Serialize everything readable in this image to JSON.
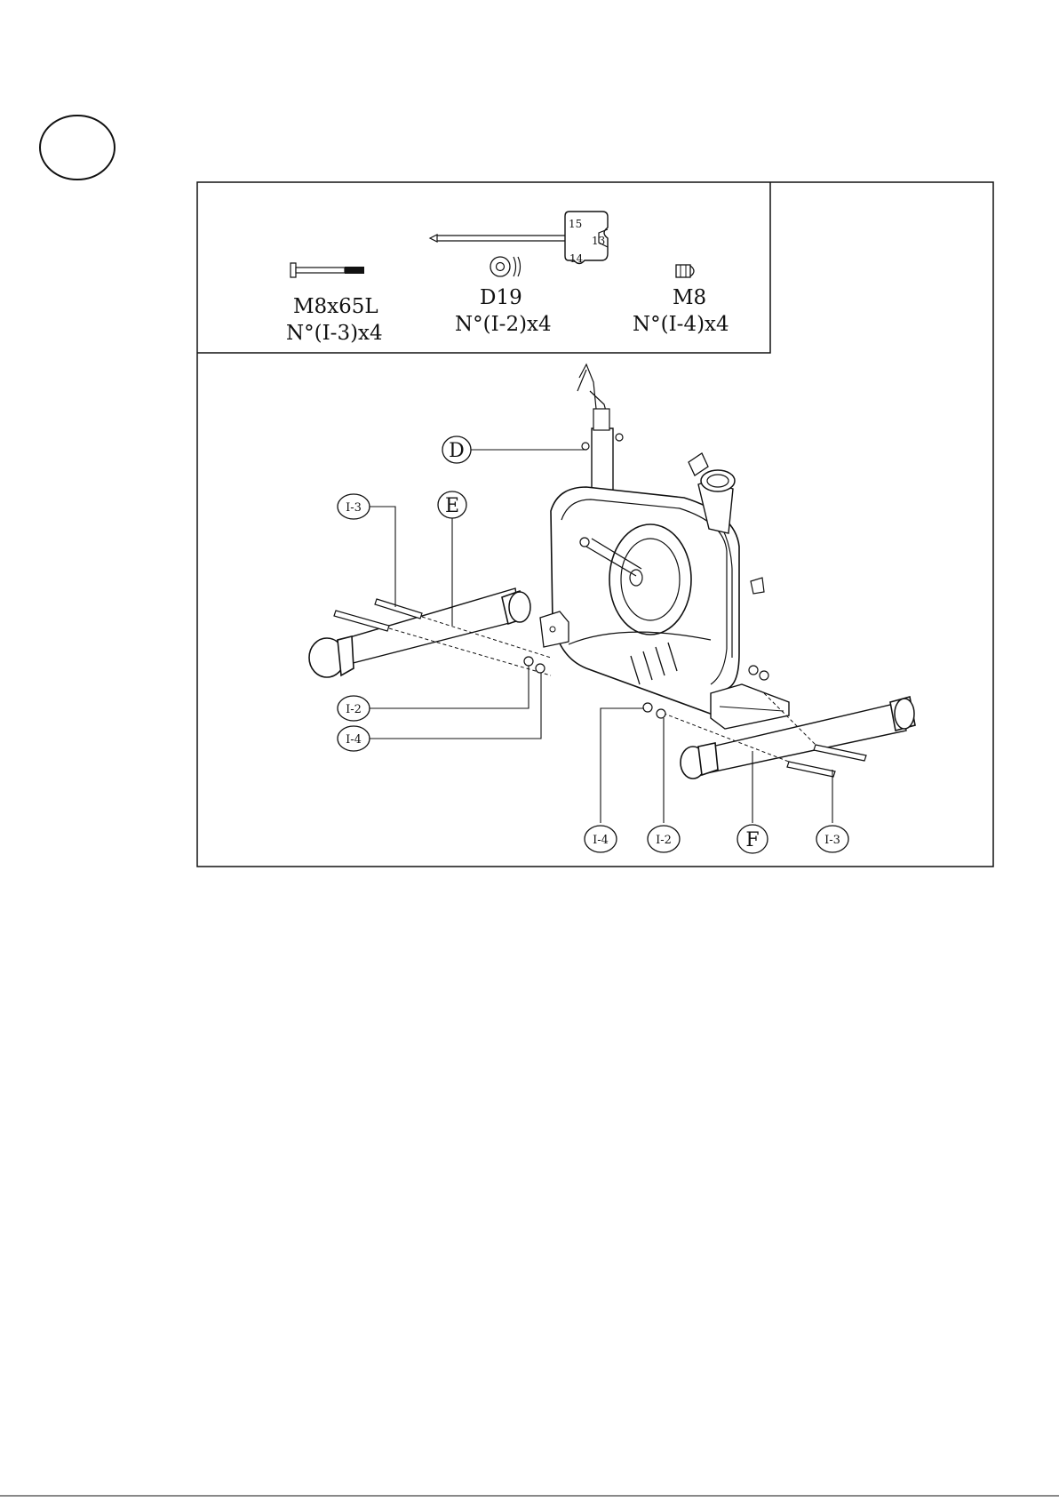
{
  "parts": [
    {
      "name": "M8x65L",
      "qty": "N°(I-3)x4"
    },
    {
      "name": "D19",
      "qty": "N°(I-2)x4"
    },
    {
      "name": "M8",
      "qty": "N°(I-4)x4"
    }
  ],
  "wrench_sizes": [
    "15",
    "13",
    "14"
  ],
  "callouts": {
    "D": "D",
    "E": "E",
    "F": "F",
    "i3_left": "I-3",
    "i2_left": "I-2",
    "i4_left": "I-4",
    "i4_right": "I-4",
    "i2_right": "I-2",
    "i3_right": "I-3"
  }
}
